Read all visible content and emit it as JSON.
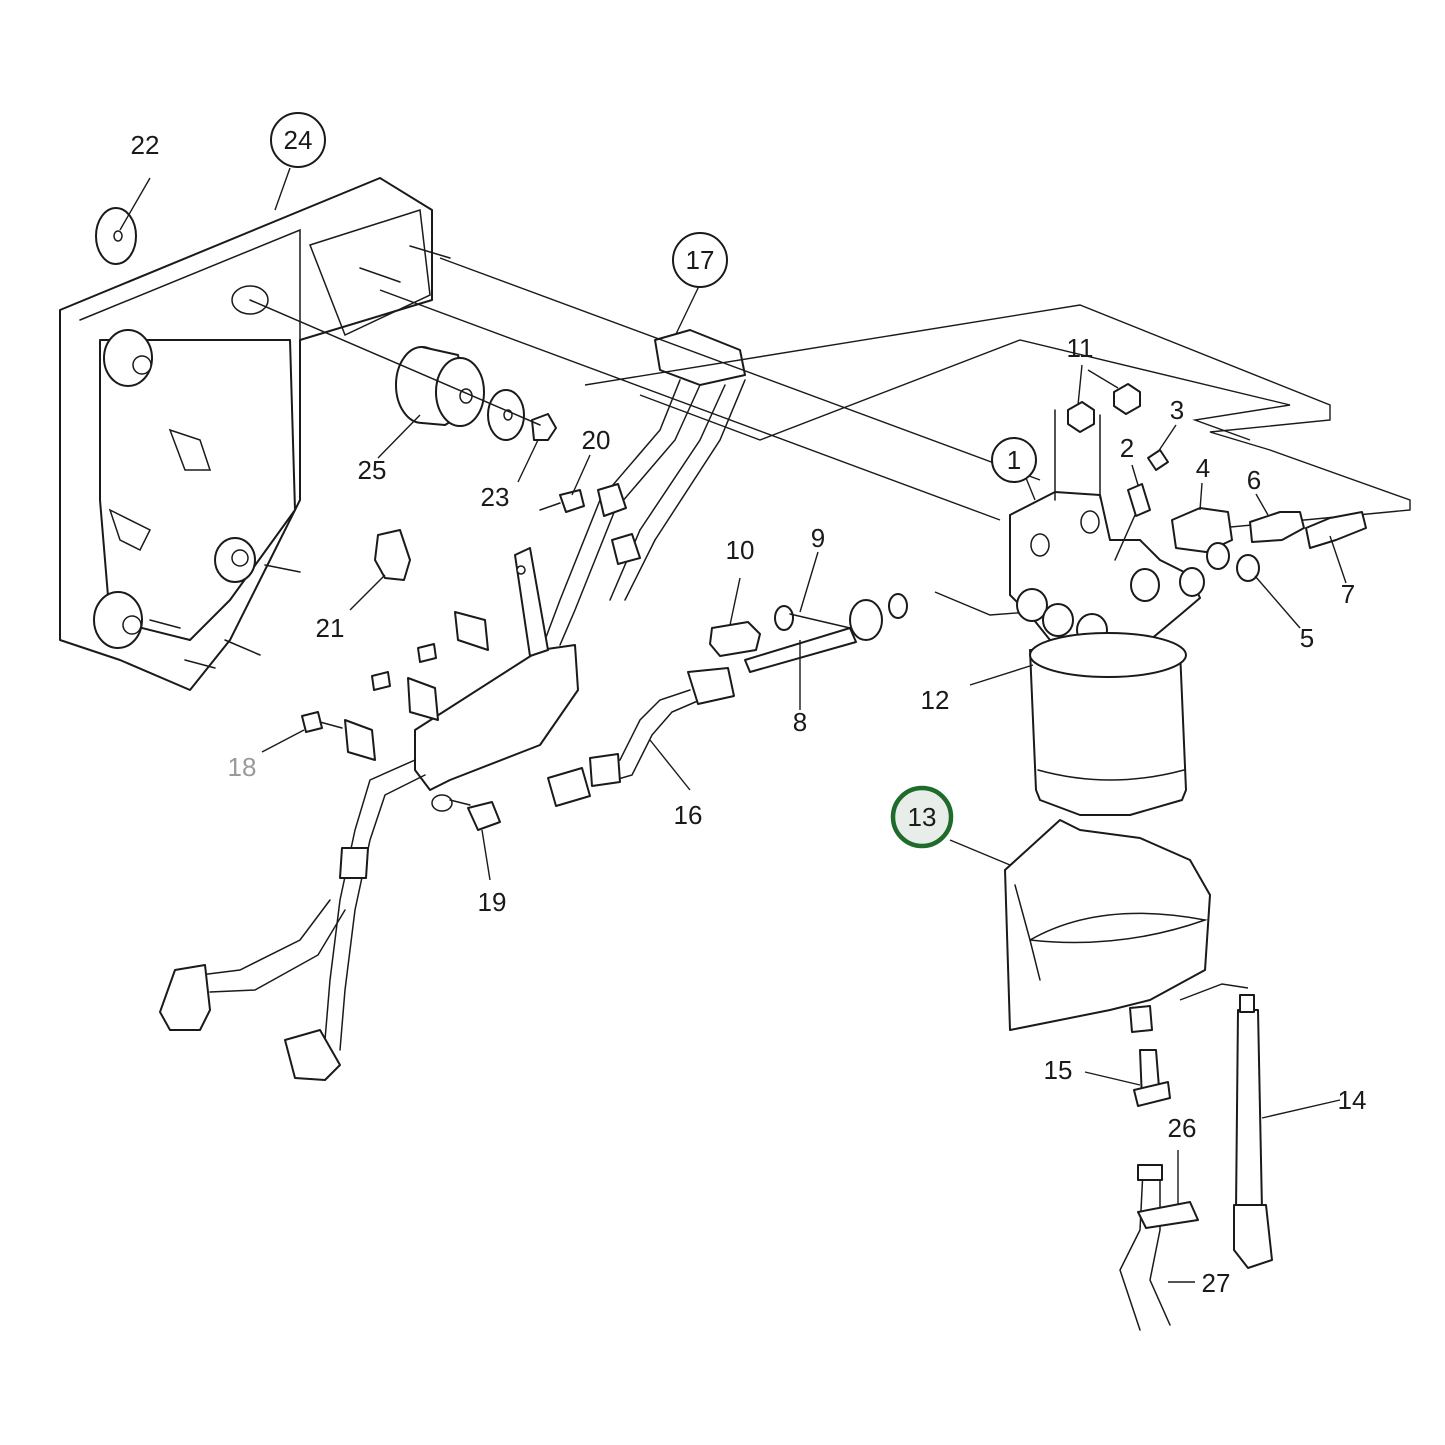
{
  "highlight_color": "#1e6b2a",
  "dimmed_color": "#9a9a9a",
  "callouts": {
    "c1": "1",
    "c2": "2",
    "c3": "3",
    "c4": "4",
    "c5": "5",
    "c6": "6",
    "c7": "7",
    "c8": "8",
    "c9": "9",
    "c10": "10",
    "c11": "11",
    "c12": "12",
    "c13": "13",
    "c14": "14",
    "c15": "15",
    "c16": "16",
    "c17": "17",
    "c18": "18",
    "c19": "19",
    "c20": "20",
    "c21": "21",
    "c22": "22",
    "c23": "23",
    "c24": "24",
    "c25": "25",
    "c26": "26",
    "c27": "27"
  },
  "highlighted_callout": "13"
}
